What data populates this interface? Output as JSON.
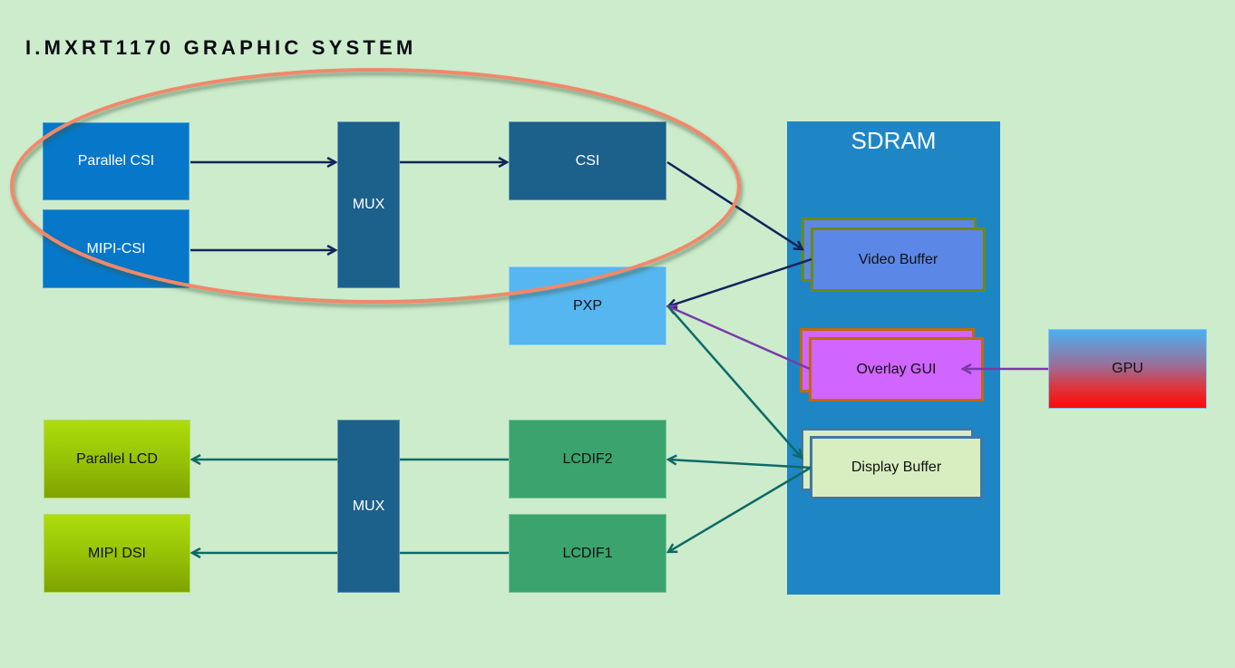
{
  "title": "I.MXRT1170 GRAPHIC SYSTEM",
  "blocks": {
    "parallel_csi": "Parallel CSI",
    "mipi_csi": "MIPI-CSI",
    "mux_top": "MUX",
    "csi": "CSI",
    "pxp": "PXP",
    "parallel_lcd": "Parallel LCD",
    "mipi_dsi": "MIPI DSI",
    "mux_bottom": "MUX",
    "lcdif2": "LCDIF2",
    "lcdif1": "LCDIF1",
    "gpu": "GPU"
  },
  "sdram": {
    "label": "SDRAM",
    "video_buffer": "Video Buffer",
    "overlay_gui": "Overlay GUI",
    "display_buffer": "Display Buffer"
  },
  "colors": {
    "background": "#CCECCC",
    "highlight_ellipse": "#F0896A",
    "arrow_camera": "#12245A",
    "arrow_display": "#0E6A66",
    "arrow_gui": "#7A3AA8"
  }
}
